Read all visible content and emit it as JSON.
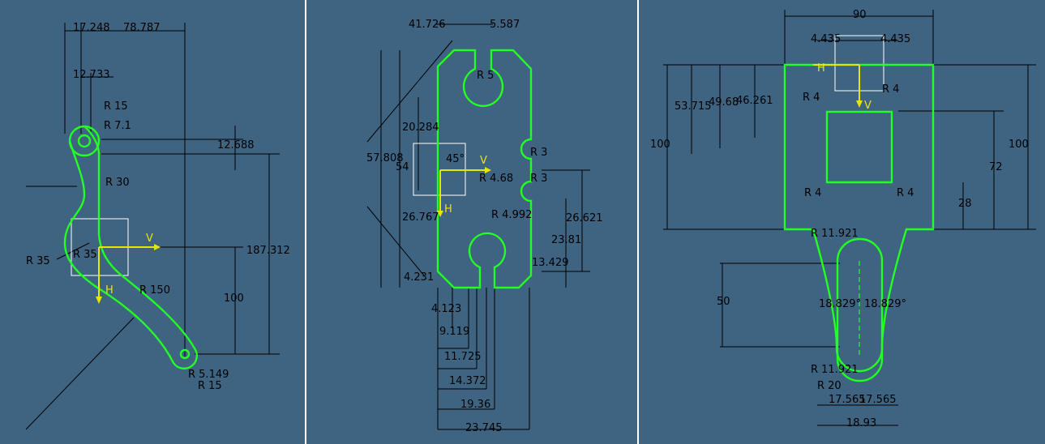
{
  "panels": {
    "left": {
      "dims": [
        "17.248",
        "78.787",
        "12.733",
        "R 15",
        "R 7.1",
        "12.688",
        "187.312",
        "R 35",
        "R 35",
        "R 150",
        "100",
        "R 5.149",
        "R 15",
        "R 30"
      ],
      "axes": {
        "h": "H",
        "v": "V"
      }
    },
    "middle": {
      "dims": [
        "41.726",
        "5.587",
        "R 5",
        "20.284",
        "57.808",
        "54",
        "45°",
        "26.767",
        "4.231",
        "R 3",
        "R 4.68",
        "R 3",
        "R 4.992",
        "26.621",
        "23.81",
        "13.429",
        "4.123",
        "9.119",
        "11.725",
        "14.372",
        "19.36",
        "23.745"
      ],
      "axes": {
        "h": "H",
        "v": "V"
      }
    },
    "right": {
      "dims": [
        "90",
        "4.435",
        "4.435",
        "53.715",
        "49.68",
        "46.261",
        "R 4",
        "R 4",
        "100",
        "R 4",
        "R 4",
        "100",
        "72",
        "28",
        "R 11.921",
        "50",
        "18.829°",
        "18.829°",
        "R 11.921",
        "R 20",
        "17.565",
        "17.565",
        "18.93"
      ],
      "axes": {
        "h": "H",
        "v": "V"
      }
    }
  },
  "colors": {
    "background": "#3f6482",
    "geometry": "#22ff22",
    "axis": "#e6e600",
    "dimension": "#000000"
  }
}
